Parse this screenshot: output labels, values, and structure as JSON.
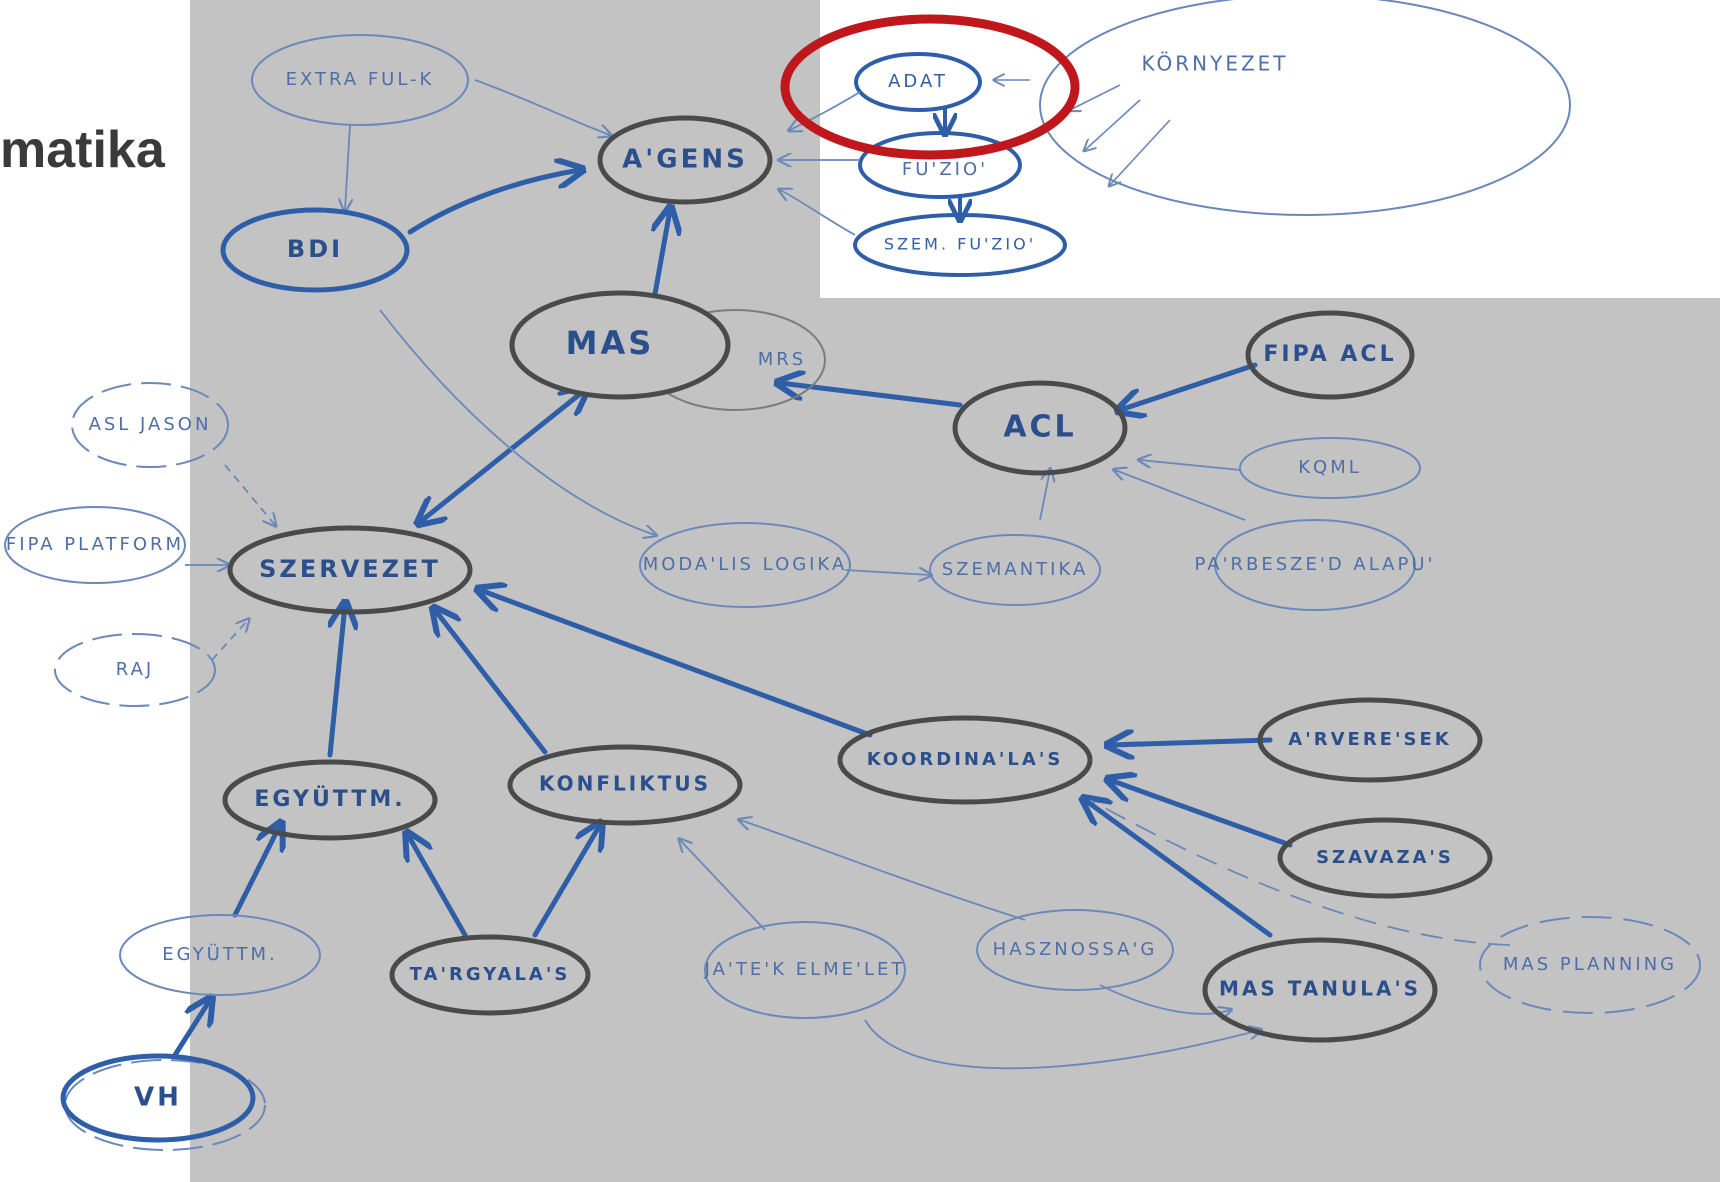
{
  "slide_title": "matika",
  "diagram": {
    "nodes": {
      "extra": "EXTRA FUL-K",
      "agens": "A'GENS",
      "bdi": "BDI",
      "mas": "MAS",
      "mrs": "MRS",
      "asl": "ASL JASON",
      "fipa_platform": "FIPA PLATFORM",
      "szervezet": "SZERVEZET",
      "raj": "RAJ",
      "modalis": "MODA'LIS LOGIKA",
      "szemantika": "SZEMANTIKA",
      "acl": "ACL",
      "fipa_acl": "FIPA ACL",
      "kqml": "KQML",
      "parbeszed": "PA'RBESZE'D ALAPU'",
      "egyuttm": "EGYÜTTM.",
      "egyuttm2": "EGYÜTTM.",
      "konfliktus": "KONFLIKTUS",
      "koordinalas": "KOORDINA'LA'S",
      "arveresek": "A'RVERE'SEK",
      "szavazas": "SZAVAZA'S",
      "mas_planning": "MAS PLANNING",
      "targyalas": "TA'RGYALA'S",
      "jatekelmelet": "JA'TE'K ELME'LET",
      "hasznossag": "HASZNOSSA'G",
      "mas_tanulas": "MAS TANULA'S",
      "vh": "VH"
    },
    "inset": {
      "adat": "ADAT",
      "fuzio": "FU'ZIO'",
      "szem_fuzio": "SZEM. FU'ZIO'",
      "kornyezet": "KÖRNYEZET"
    }
  }
}
